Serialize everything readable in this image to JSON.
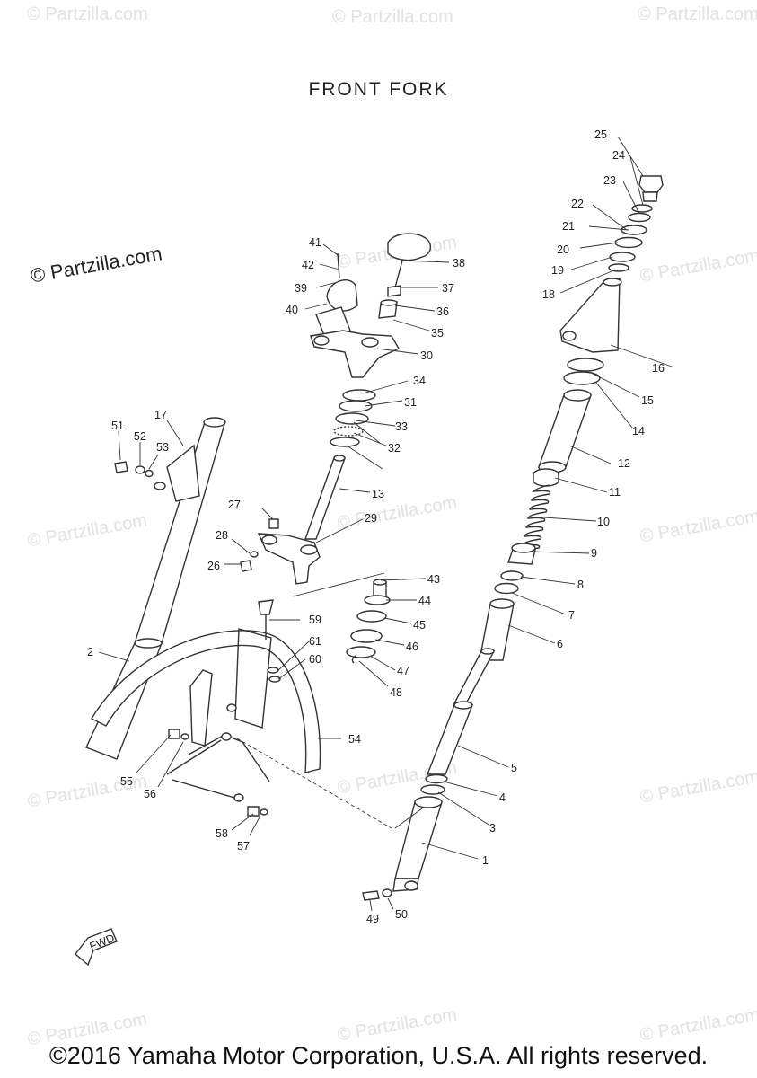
{
  "title": "FRONT FORK",
  "copyright": "©2016 Yamaha Motor Corporation, U.S.A. All rights reserved.",
  "watermark": "© Partzilla.com",
  "fwd_label": "FWD",
  "part_labels": [
    "1",
    "2",
    "3",
    "4",
    "5",
    "6",
    "7",
    "8",
    "9",
    "10",
    "11",
    "12",
    "13",
    "14",
    "15",
    "16",
    "17",
    "18",
    "19",
    "20",
    "21",
    "22",
    "23",
    "24",
    "25",
    "26",
    "27",
    "28",
    "29",
    "30",
    "31",
    "32",
    "33",
    "34",
    "35",
    "36",
    "37",
    "38",
    "39",
    "40",
    "41",
    "42",
    "43",
    "44",
    "45",
    "46",
    "47",
    "48",
    "49",
    "50",
    "51",
    "52",
    "53",
    "54",
    "55",
    "56",
    "57",
    "58",
    "59",
    "60",
    "61"
  ],
  "colors": {
    "ink": "#333333",
    "watermark": "#e2e2e2",
    "background": "#ffffff"
  }
}
